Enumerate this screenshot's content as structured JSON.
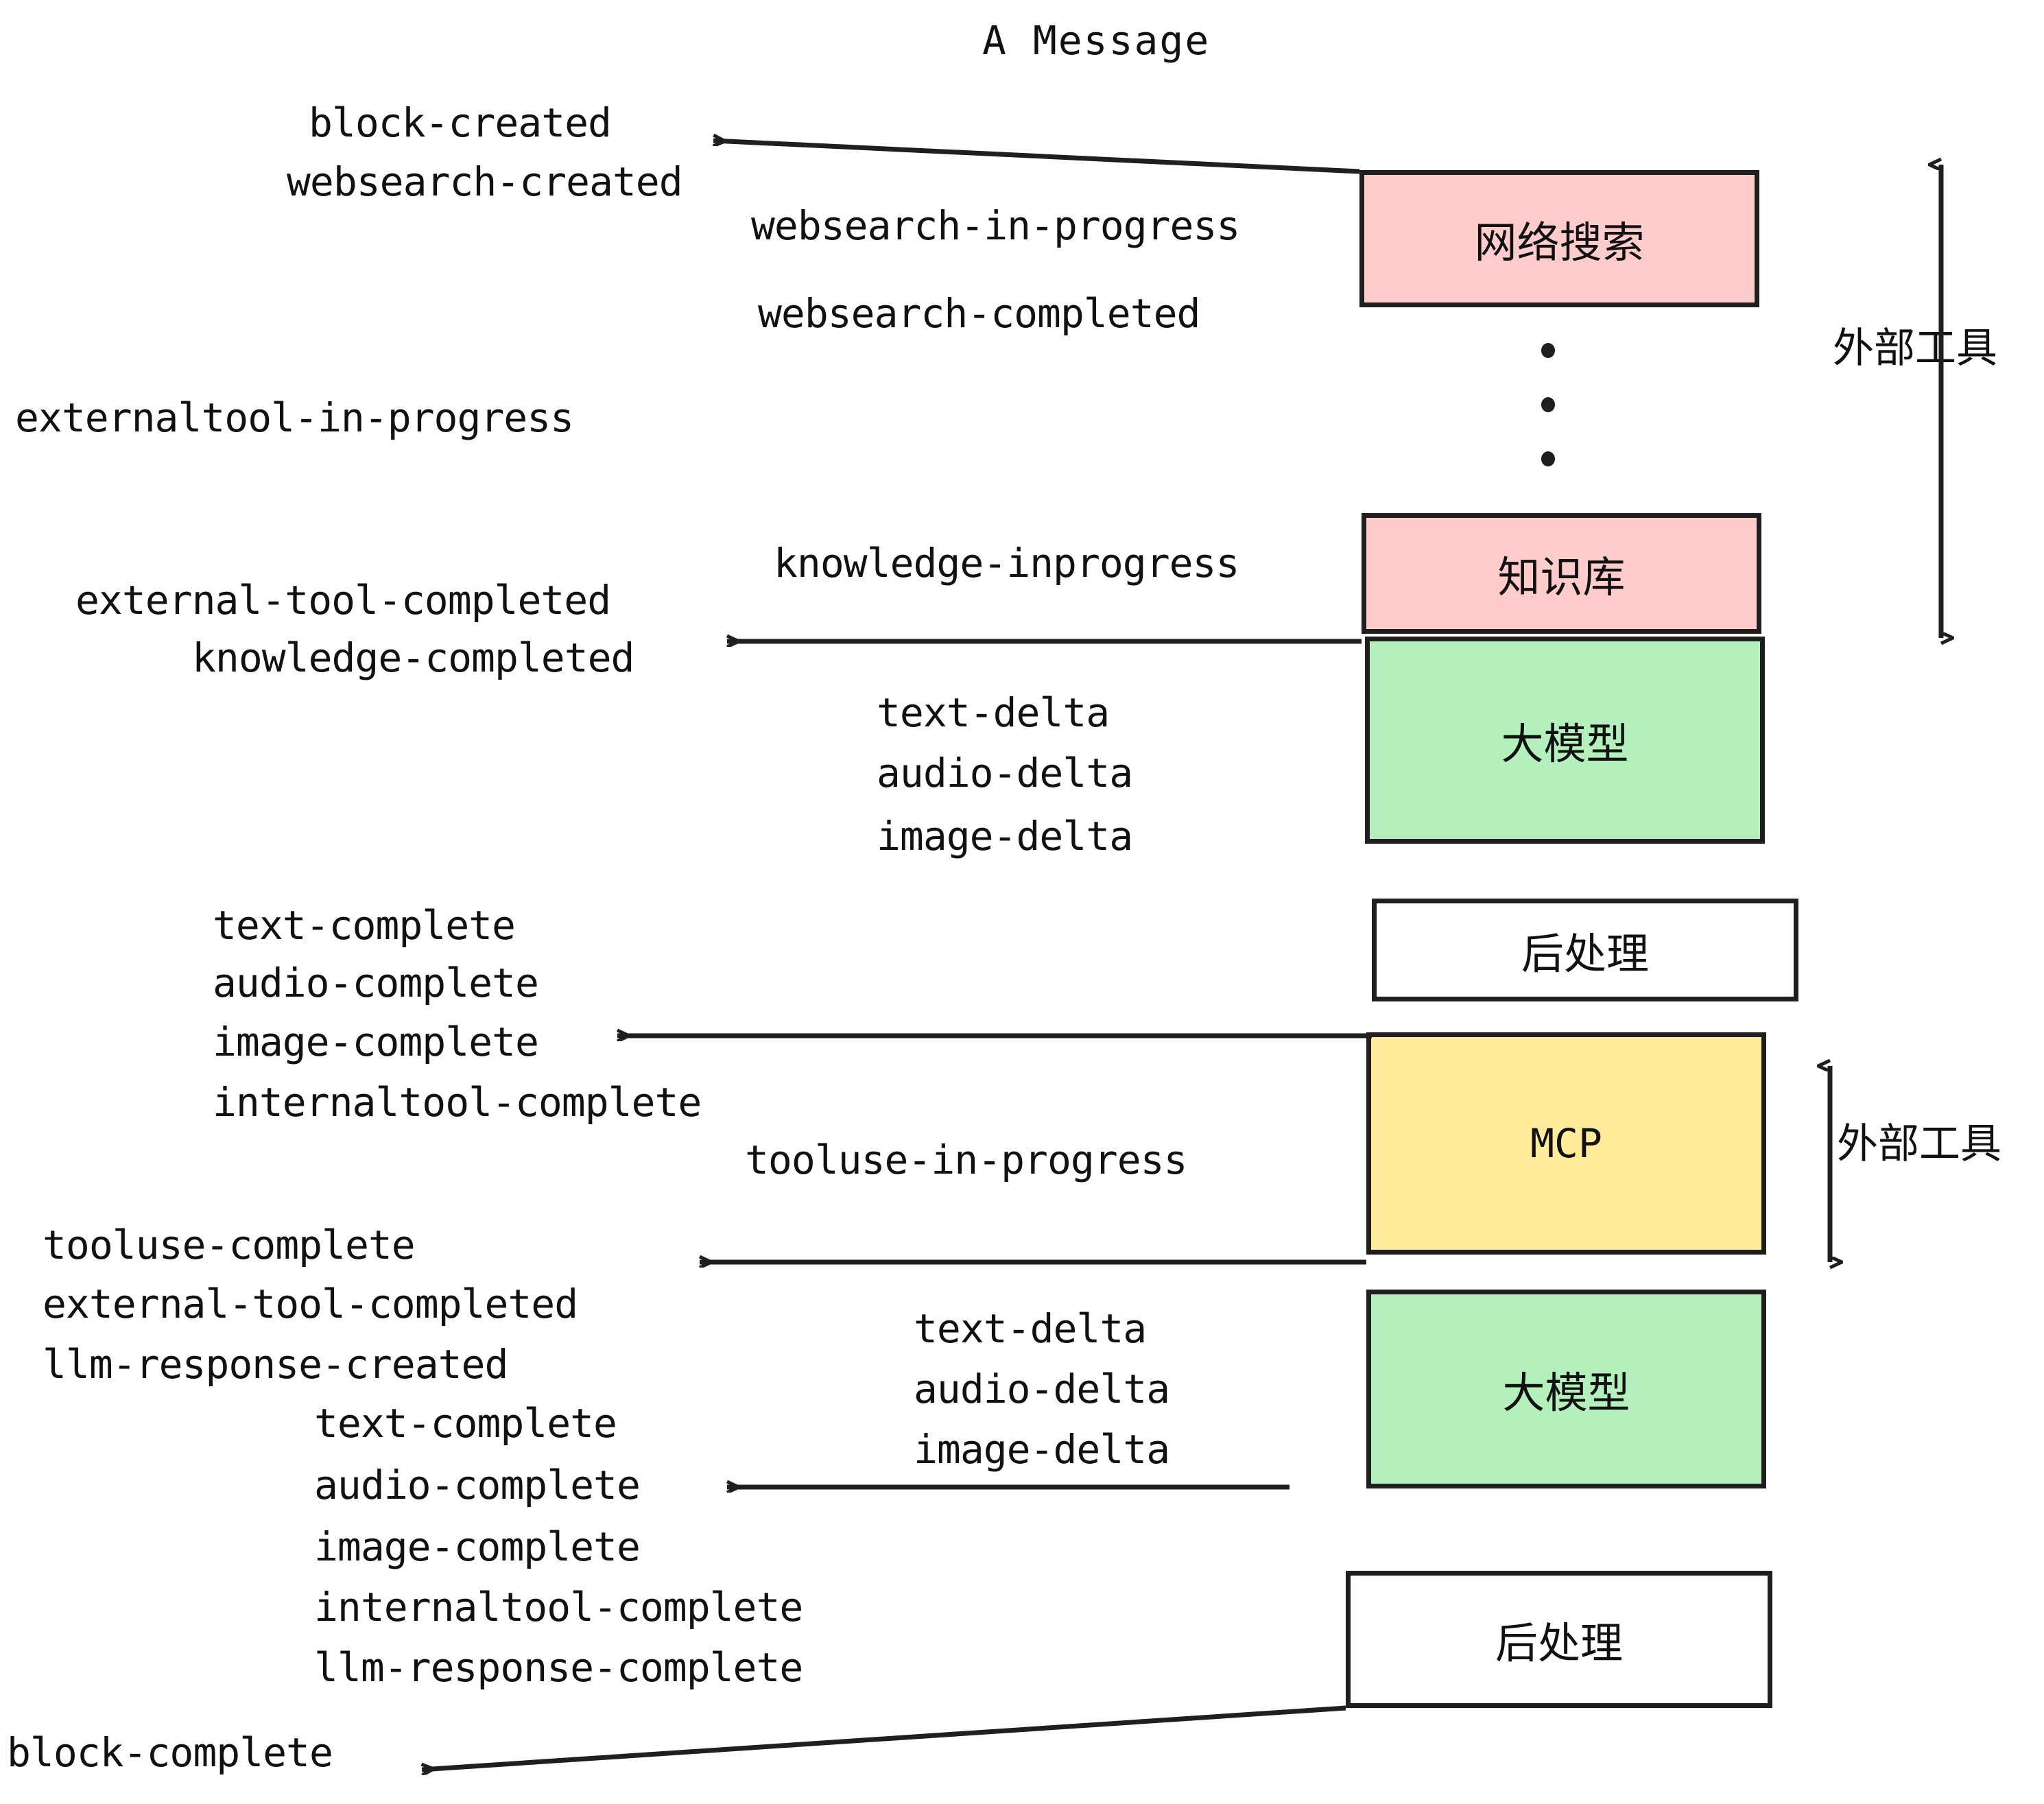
{
  "diagram": {
    "title": "A Message",
    "colors": {
      "pink": "#FFCCCC",
      "green": "#B4F0BC",
      "yellow": "#FFEB99",
      "white": "#FFFFFF",
      "stroke": "#1F1F1F",
      "text": "#111111"
    },
    "boxes": [
      {
        "id": "websearch",
        "label": "网络搜索",
        "fill": "#FFCCCC"
      },
      {
        "id": "knowledge",
        "label": "知识库",
        "fill": "#FFCCCC"
      },
      {
        "id": "llm-top",
        "label": "大模型",
        "fill": "#B4F0BC"
      },
      {
        "id": "postprocess-top",
        "label": "后处理",
        "fill": "#FFFFFF"
      },
      {
        "id": "mcp",
        "label": "MCP",
        "fill": "#FFEB99"
      },
      {
        "id": "llm-bottom",
        "label": "大模型",
        "fill": "#B4F0BC"
      },
      {
        "id": "postprocess-bottom",
        "label": "后处理",
        "fill": "#FFFFFF"
      }
    ],
    "side_labels": [
      {
        "id": "external-tools-top",
        "label": "外部工具"
      },
      {
        "id": "external-tools-bottom",
        "label": "外部工具"
      }
    ],
    "events": [
      {
        "id": "block-created",
        "label": "block-created"
      },
      {
        "id": "websearch-created",
        "label": "websearch-created"
      },
      {
        "id": "websearch-in-progress",
        "label": "websearch-in-progress"
      },
      {
        "id": "websearch-completed",
        "label": "websearch-completed"
      },
      {
        "id": "externaltool-in-progress",
        "label": "externaltool-in-progress"
      },
      {
        "id": "knowledge-inprogress",
        "label": "knowledge-inprogress"
      },
      {
        "id": "external-tool-completed-1",
        "label": "external-tool-completed"
      },
      {
        "id": "knowledge-completed",
        "label": "knowledge-completed"
      },
      {
        "id": "text-delta-1",
        "label": "text-delta"
      },
      {
        "id": "audio-delta-1",
        "label": "audio-delta"
      },
      {
        "id": "image-delta-1",
        "label": "image-delta"
      },
      {
        "id": "text-complete-1",
        "label": "text-complete"
      },
      {
        "id": "audio-complete-1",
        "label": "audio-complete"
      },
      {
        "id": "image-complete-1",
        "label": "image-complete"
      },
      {
        "id": "internaltool-complete-1",
        "label": "internaltool-complete"
      },
      {
        "id": "tooluse-in-progress",
        "label": "tooluse-in-progress"
      },
      {
        "id": "tooluse-complete",
        "label": "tooluse-complete"
      },
      {
        "id": "external-tool-completed-2",
        "label": "external-tool-completed"
      },
      {
        "id": "llm-response-created",
        "label": "llm-response-created"
      },
      {
        "id": "text-delta-2",
        "label": "text-delta"
      },
      {
        "id": "audio-delta-2",
        "label": "audio-delta"
      },
      {
        "id": "image-delta-2",
        "label": "image-delta"
      },
      {
        "id": "text-complete-2",
        "label": "text-complete"
      },
      {
        "id": "audio-complete-2",
        "label": "audio-complete"
      },
      {
        "id": "image-complete-2",
        "label": "image-complete"
      },
      {
        "id": "internaltool-complete-2",
        "label": "internaltool-complete"
      },
      {
        "id": "llm-response-complete",
        "label": "llm-response-complete"
      },
      {
        "id": "block-complete",
        "label": "block-complete"
      }
    ]
  }
}
